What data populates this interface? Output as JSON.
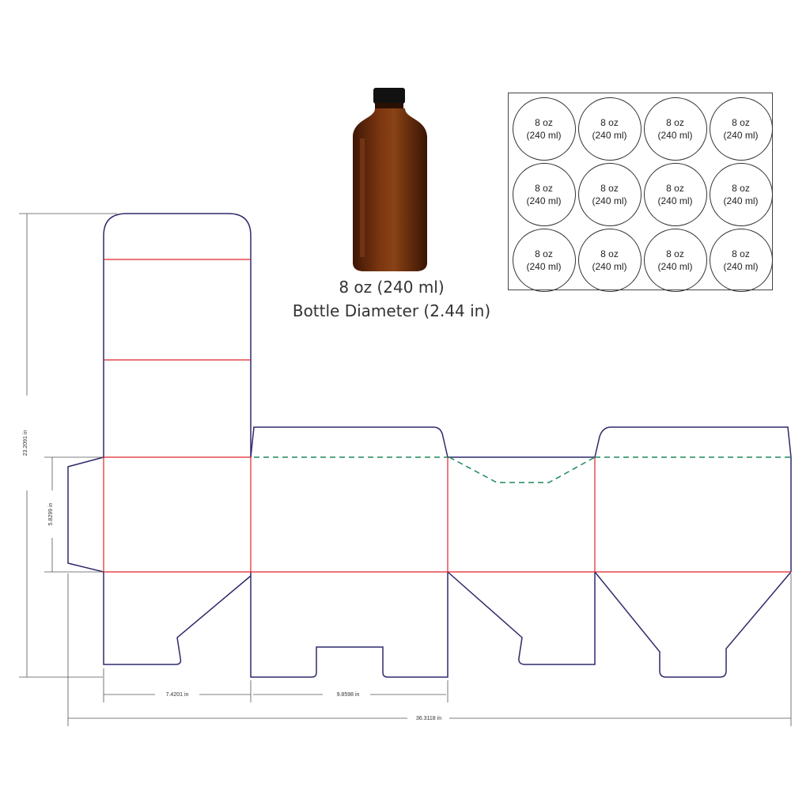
{
  "bottle": {
    "caption_line1": "8 oz (240 ml)",
    "caption_line2": "Bottle Diameter (2.44 in)",
    "glass_color": "#6b2d0c",
    "cap_color": "#111111"
  },
  "label_grid": {
    "rows": 3,
    "cols": 4,
    "labels": [
      {
        "line1": "8 oz",
        "line2": "(240 ml)"
      },
      {
        "line1": "8 oz",
        "line2": "(240 ml)"
      },
      {
        "line1": "8 oz",
        "line2": "(240 ml)"
      },
      {
        "line1": "8 oz",
        "line2": "(240 ml)"
      },
      {
        "line1": "8 oz",
        "line2": "(240 ml)"
      },
      {
        "line1": "8 oz",
        "line2": "(240 ml)"
      },
      {
        "line1": "8 oz",
        "line2": "(240 ml)"
      },
      {
        "line1": "8 oz",
        "line2": "(240 ml)"
      },
      {
        "line1": "8 oz",
        "line2": "(240 ml)"
      },
      {
        "line1": "8 oz",
        "line2": "(240 ml)"
      },
      {
        "line1": "8 oz",
        "line2": "(240 ml)"
      },
      {
        "line1": "8 oz",
        "line2": "(240 ml)"
      }
    ]
  },
  "dimensions": {
    "total_height": "23.2091 in",
    "panel_height": "5.8299 in",
    "side_panel_width": "7.4201 in",
    "front_panel_width": "9.8598 in",
    "total_width": "36.3118 in"
  },
  "colors": {
    "cut_line": "#2e2a6b",
    "fold_line": "#e0242b",
    "perforation": "#1f8a5a",
    "dimension_line": "#555555"
  }
}
